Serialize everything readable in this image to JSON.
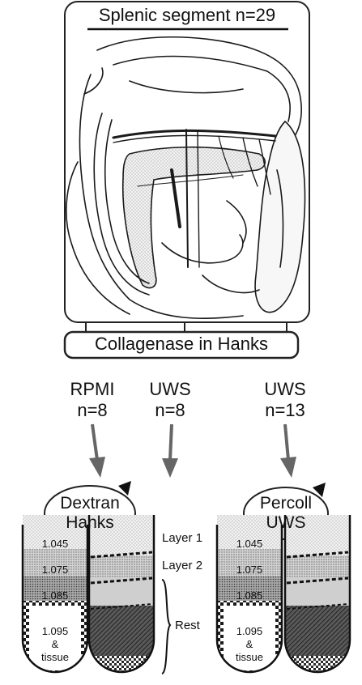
{
  "title": "Splenic segment n=29",
  "digestion": "Collagenase in Hanks",
  "arms": [
    {
      "medium": "RPMI",
      "n": "n=8"
    },
    {
      "medium": "UWS",
      "n": "n=8"
    },
    {
      "medium": "UWS",
      "n": "n=13"
    }
  ],
  "gradients": [
    {
      "name_line1": "Dextran",
      "name_line2": "Hanks"
    },
    {
      "name_line1": "Percoll",
      "name_line2": "UWS"
    }
  ],
  "densities": {
    "d1": "1.045",
    "d2": "1.075",
    "d3": "1.085",
    "d4_line1": "1.095",
    "d4_line2": "&",
    "d4_line3": "tissue"
  },
  "layers": {
    "layer1": "Layer 1",
    "layer2": "Layer 2",
    "rest": "Rest"
  },
  "icons": [
    "pancreas-illustration",
    "rotation-arrow-icon",
    "down-arrow-icon"
  ]
}
